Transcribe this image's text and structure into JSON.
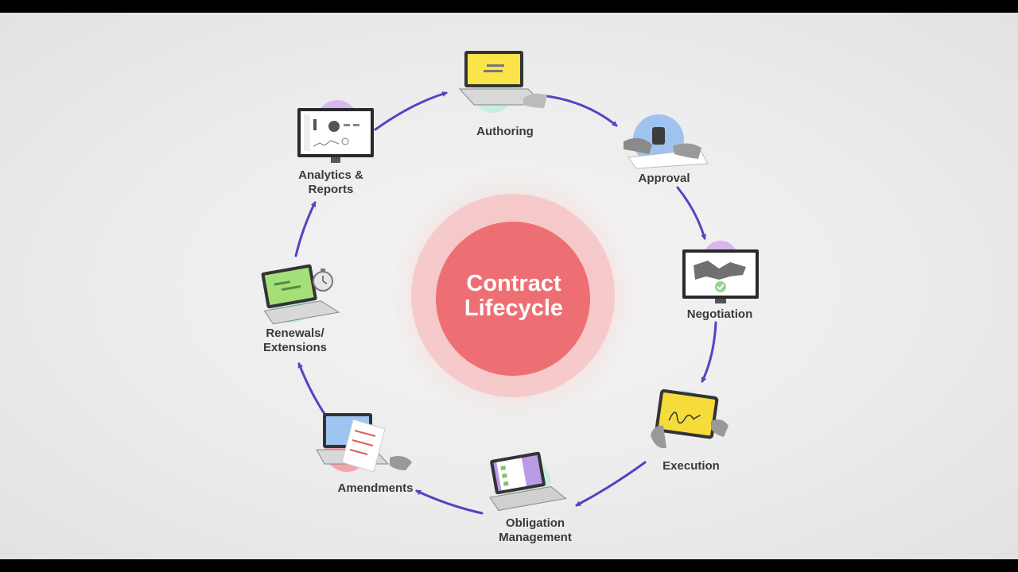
{
  "center": {
    "line1": "Contract",
    "line2": "Lifecycle"
  },
  "stages": [
    {
      "label": "Authoring",
      "icon": "yellow-laptop-icon"
    },
    {
      "label": "Approval",
      "icon": "stamp-approval-icon"
    },
    {
      "label": "Negotiation",
      "icon": "handshake-monitor-icon"
    },
    {
      "label": "Execution",
      "icon": "signature-tablet-icon"
    },
    {
      "line1": "Obligation",
      "line2": "Management",
      "icon": "checklist-laptop-icon"
    },
    {
      "label": "Amendments",
      "icon": "edited-document-laptop-icon"
    },
    {
      "line1": "Renewals/",
      "line2": "Extensions",
      "icon": "stopwatch-laptop-icon"
    },
    {
      "line1": "Analytics &",
      "line2": "Reports",
      "icon": "dashboard-monitor-icon"
    }
  ],
  "colors": {
    "arrow": "#5b3fc4",
    "center_fill": "#ee6f73",
    "center_halo": "#f6c7c8"
  }
}
